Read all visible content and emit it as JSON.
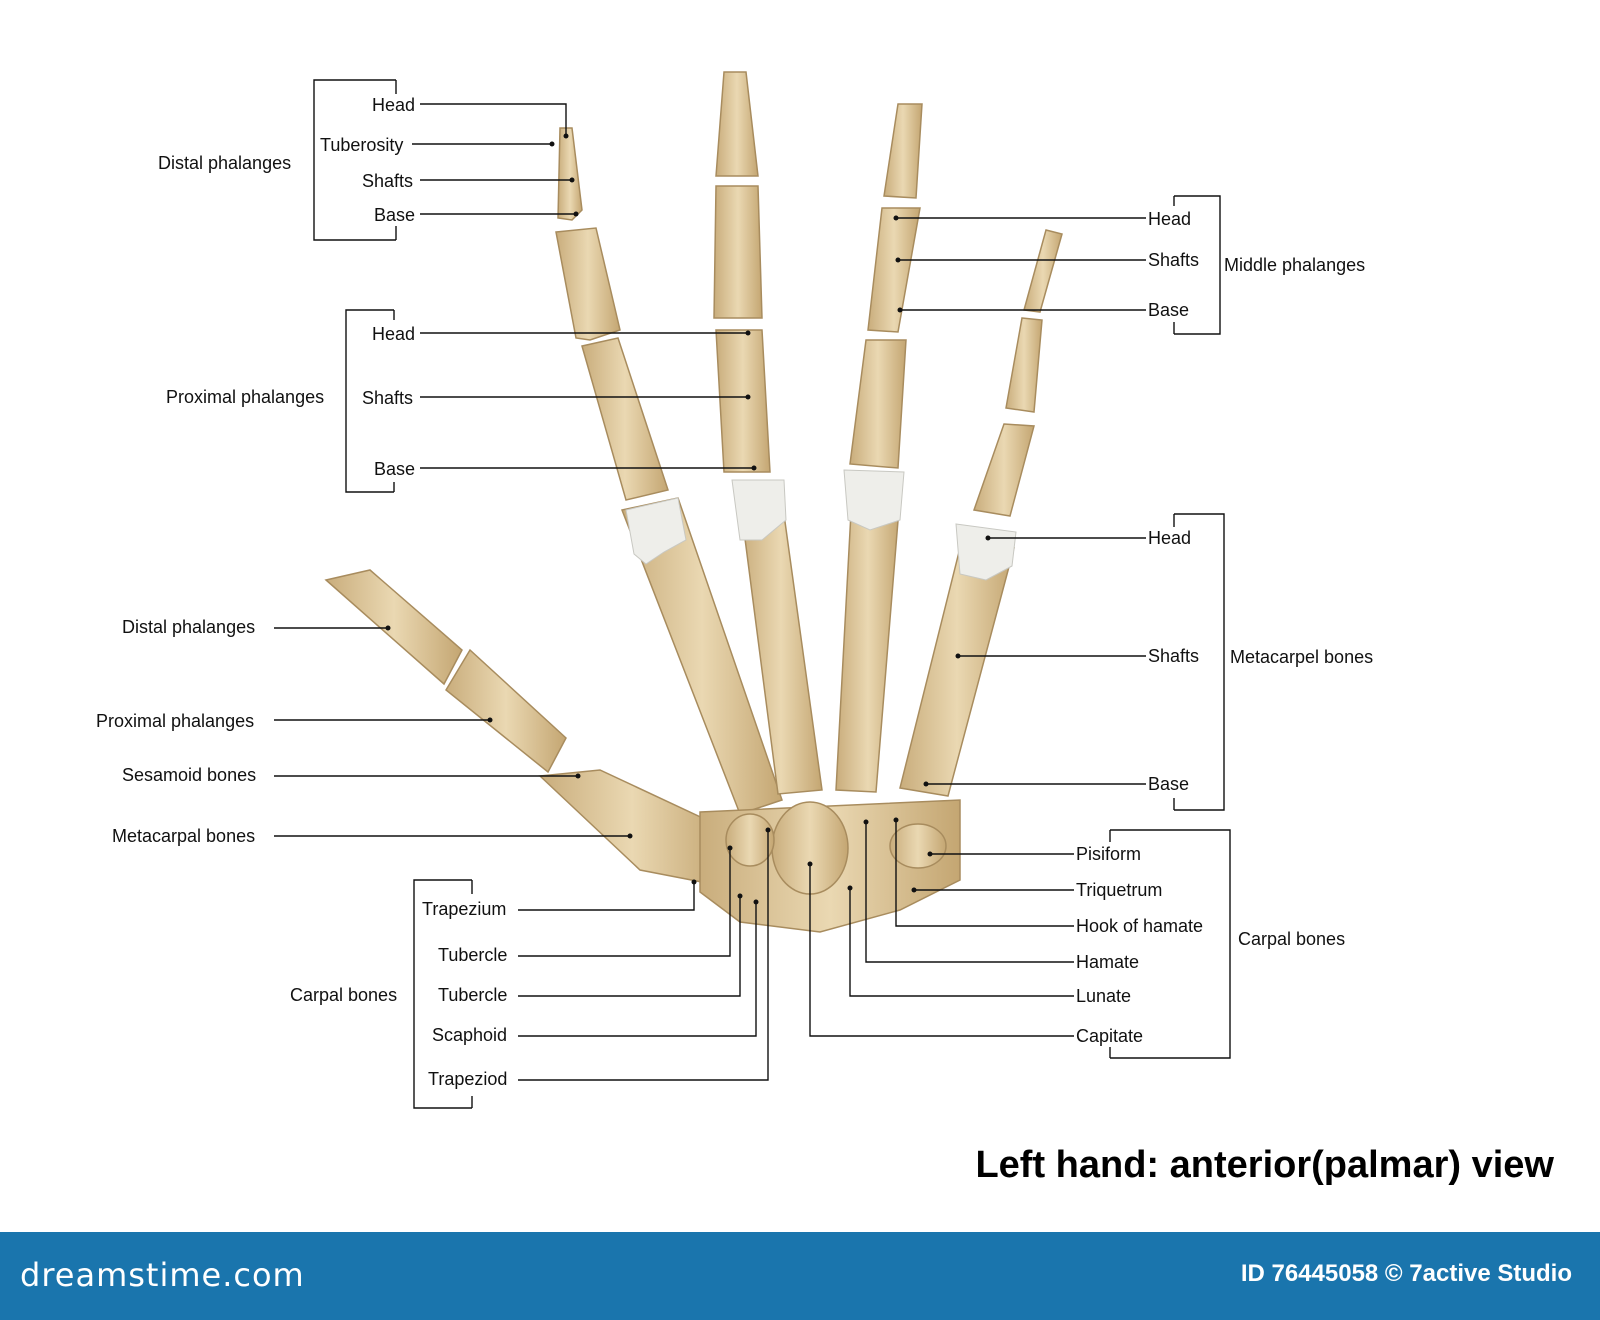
{
  "title": "Left hand: anterior(palmar) view",
  "footer": {
    "logo": "dreamstime.com",
    "credit": "ID 76445058 © 7active Studio",
    "background": "#1a75ad"
  },
  "colors": {
    "bone": "#e3cfa6",
    "bone_shade": "#c9ad7c",
    "cartilage": "#eeeeea",
    "line": "#111111"
  },
  "groups": {
    "distal_top": "Distal phalanges",
    "proximal_top": "Proximal phalanges",
    "middle": "Middle phalanges",
    "metacarpel": "Metacarpel bones",
    "carpal_left": "Carpal bones",
    "carpal_right": "Carpal bones"
  },
  "labels": {
    "distal_head": "Head",
    "distal_tuberosity": "Tuberosity",
    "distal_shafts": "Shafts",
    "distal_base": "Base",
    "proximal_head": "Head",
    "proximal_shafts": "Shafts",
    "proximal_base": "Base",
    "middle_head": "Head",
    "middle_shafts": "Shafts",
    "middle_base": "Base",
    "meta_head": "Head",
    "meta_shafts": "Shafts",
    "meta_base": "Base",
    "thumb_distal": "Distal phalanges",
    "thumb_proximal": "Proximal phalanges",
    "sesamoid": "Sesamoid bones",
    "thumb_metacarpal": "Metacarpal bones",
    "trapezium": "Trapezium",
    "tubercle1": "Tubercle",
    "tubercle2": "Tubercle",
    "scaphoid": "Scaphoid",
    "trapezoid": "Trapeziod",
    "pisiform": "Pisiform",
    "triquetrum": "Triquetrum",
    "hook_of_hamate": "Hook of hamate",
    "hamate": "Hamate",
    "lunate": "Lunate",
    "capitate": "Capitate"
  }
}
